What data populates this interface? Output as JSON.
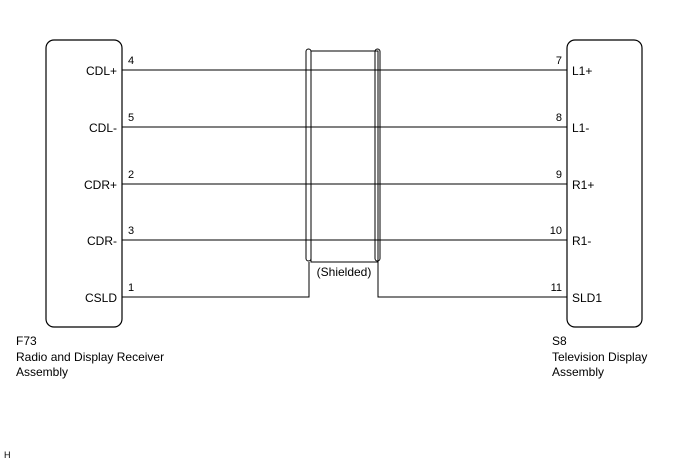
{
  "left_connector": {
    "code": "F73",
    "name_line1": "Radio and Display Receiver",
    "name_line2": "Assembly"
  },
  "right_connector": {
    "code": "S8",
    "name_line1": "Television Display",
    "name_line2": "Assembly"
  },
  "wires": [
    {
      "left_label": "CDL+",
      "left_pin": "4",
      "right_pin": "7",
      "right_label": "L1+"
    },
    {
      "left_label": "CDL-",
      "left_pin": "5",
      "right_pin": "8",
      "right_label": "L1-"
    },
    {
      "left_label": "CDR+",
      "left_pin": "2",
      "right_pin": "9",
      "right_label": "R1+"
    },
    {
      "left_label": "CDR-",
      "left_pin": "3",
      "right_pin": "10",
      "right_label": "R1-"
    },
    {
      "left_label": "CSLD",
      "left_pin": "1",
      "right_pin": "11",
      "right_label": "SLD1"
    }
  ],
  "shield_label": "(Shielded)",
  "corner_mark": "H"
}
